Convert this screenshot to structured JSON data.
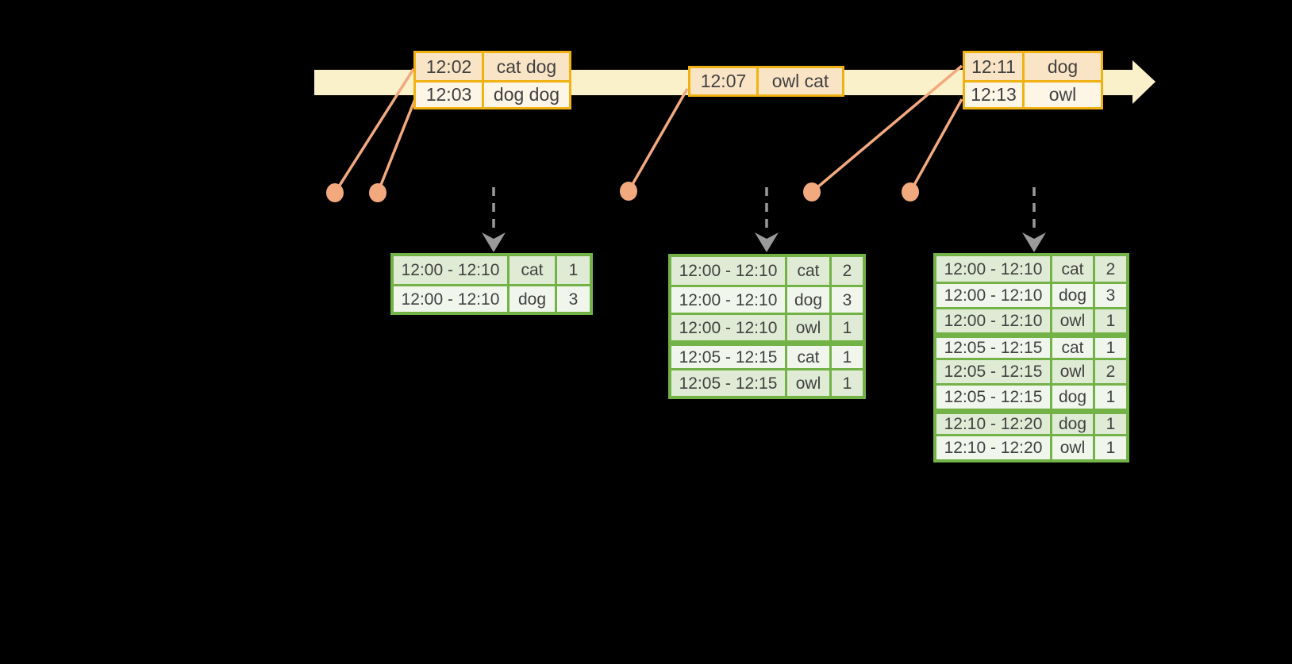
{
  "diagram": {
    "subject": "sliding-window word-count over event-time stream"
  },
  "colors": {
    "bg": "#000000",
    "band": "#faf0c9",
    "gold": "#f0b213",
    "peach-dark": "#fae4c6",
    "peach-light": "#fdf5e6",
    "salmon": "#f2a97e",
    "green": "#72b246",
    "sage-dark": "#dfebd4",
    "sage-light": "#f1f6ed",
    "gray": "#9a9a9a",
    "ink": "#414141"
  },
  "event_tables": [
    {
      "rows": [
        {
          "time": "12:02",
          "words": "cat dog"
        },
        {
          "time": "12:03",
          "words": "dog dog"
        }
      ]
    },
    {
      "rows": [
        {
          "time": "12:07",
          "words": "owl cat"
        }
      ]
    },
    {
      "rows": [
        {
          "time": "12:11",
          "words": "dog"
        },
        {
          "time": "12:13",
          "words": "owl"
        }
      ]
    }
  ],
  "result_tables": [
    {
      "rows": [
        {
          "window": "12:00 - 12:10",
          "word": "cat",
          "count": "1"
        },
        {
          "window": "12:00 - 12:10",
          "word": "dog",
          "count": "3"
        }
      ]
    },
    {
      "rows": [
        {
          "window": "12:00 - 12:10",
          "word": "cat",
          "count": "2"
        },
        {
          "window": "12:00 - 12:10",
          "word": "dog",
          "count": "3"
        },
        {
          "window": "12:00 - 12:10",
          "word": "owl",
          "count": "1"
        },
        {
          "window": "12:05 - 12:15",
          "word": "cat",
          "count": "1"
        },
        {
          "window": "12:05 - 12:15",
          "word": "owl",
          "count": "1"
        }
      ]
    },
    {
      "rows": [
        {
          "window": "12:00 - 12:10",
          "word": "cat",
          "count": "2"
        },
        {
          "window": "12:00 - 12:10",
          "word": "dog",
          "count": "3"
        },
        {
          "window": "12:00 - 12:10",
          "word": "owl",
          "count": "1"
        },
        {
          "window": "12:05 - 12:15",
          "word": "cat",
          "count": "1"
        },
        {
          "window": "12:05 - 12:15",
          "word": "owl",
          "count": "2"
        },
        {
          "window": "12:05 - 12:15",
          "word": "dog",
          "count": "1"
        },
        {
          "window": "12:10 - 12:20",
          "word": "dog",
          "count": "1"
        },
        {
          "window": "12:10 - 12:20",
          "word": "owl",
          "count": "1"
        }
      ]
    }
  ]
}
